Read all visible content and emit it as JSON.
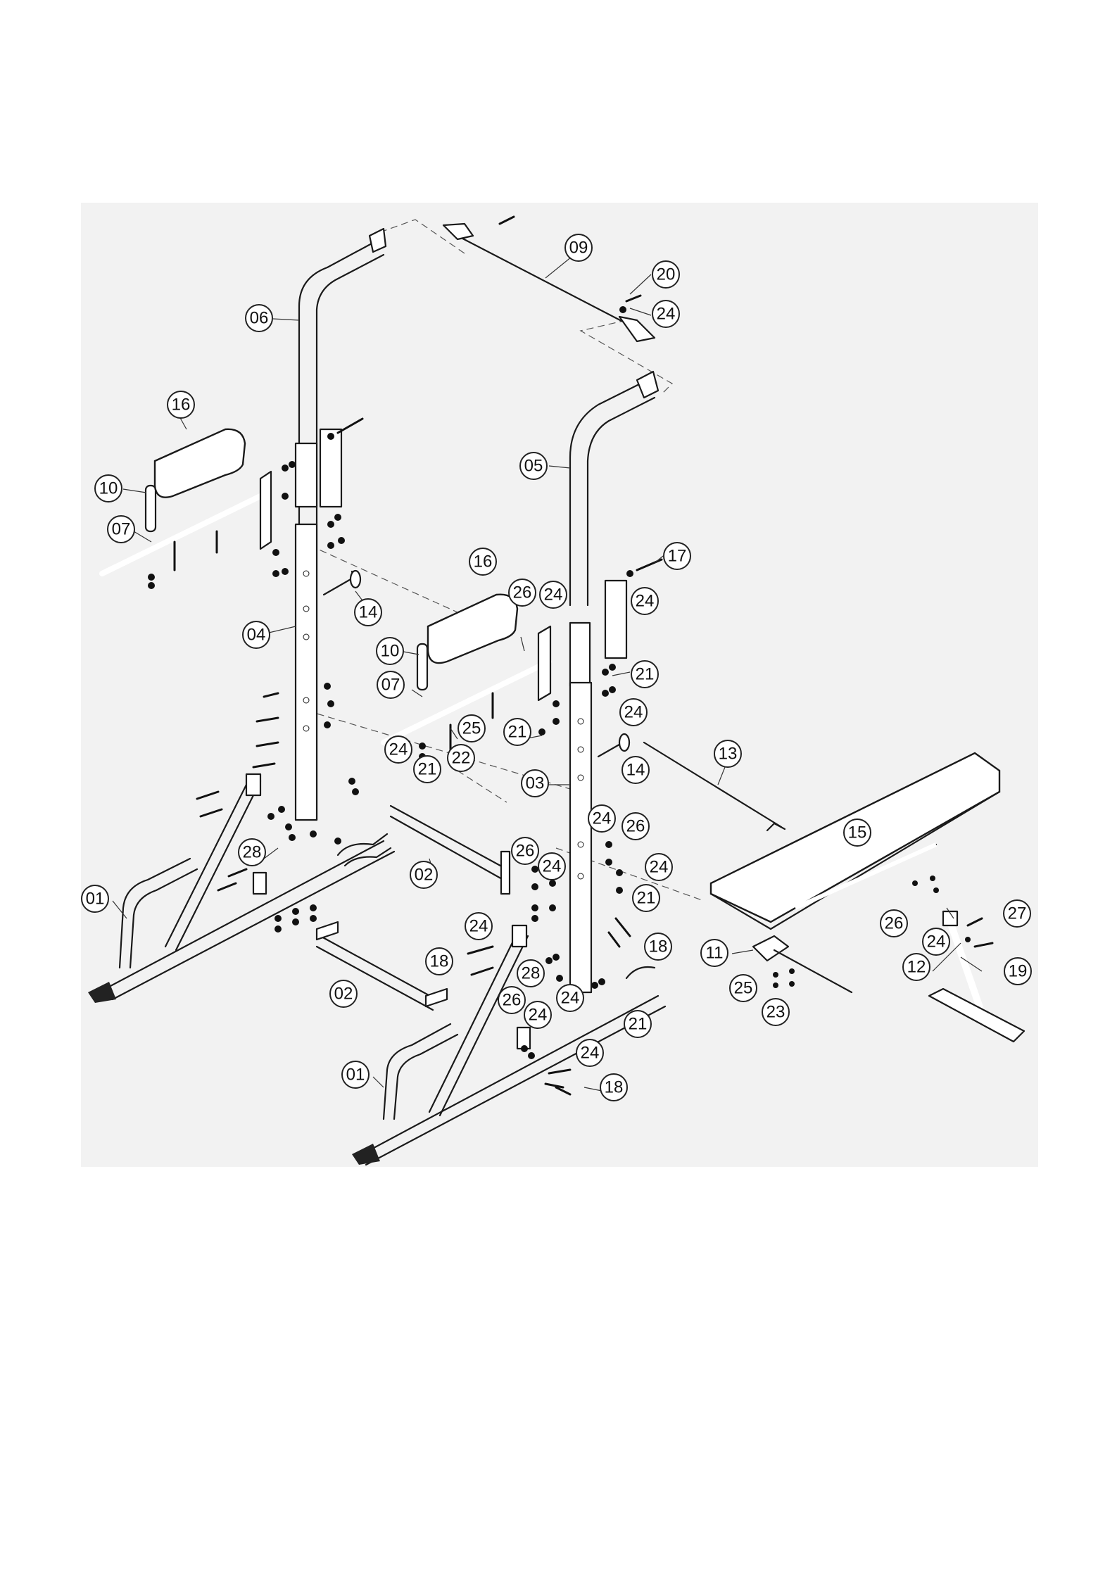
{
  "diagram": {
    "background": "#f2f2f2",
    "line_color": "#1a1a1a",
    "part_labels": [
      "01",
      "02",
      "03",
      "04",
      "05",
      "06",
      "07",
      "09",
      "10",
      "11",
      "12",
      "13",
      "14",
      "15",
      "16",
      "17",
      "18",
      "19",
      "20",
      "21",
      "22",
      "23",
      "24",
      "25",
      "26",
      "27",
      "28"
    ]
  },
  "callouts": [
    {
      "name": "callout-09",
      "label": "09"
    },
    {
      "name": "callout-20",
      "label": "20"
    },
    {
      "name": "callout-24-a",
      "label": "24"
    },
    {
      "name": "callout-06",
      "label": "06"
    },
    {
      "name": "callout-16-a",
      "label": "16"
    },
    {
      "name": "callout-10-a",
      "label": "10"
    },
    {
      "name": "callout-07-a",
      "label": "07"
    },
    {
      "name": "callout-05",
      "label": "05"
    },
    {
      "name": "callout-17",
      "label": "17"
    },
    {
      "name": "callout-24-b",
      "label": "24"
    },
    {
      "name": "callout-04",
      "label": "04"
    },
    {
      "name": "callout-14-a",
      "label": "14"
    },
    {
      "name": "callout-16-b",
      "label": "16"
    },
    {
      "name": "callout-26-a",
      "label": "26"
    },
    {
      "name": "callout-24-c",
      "label": "24"
    },
    {
      "name": "callout-10-b",
      "label": "10"
    },
    {
      "name": "callout-07-b",
      "label": "07"
    },
    {
      "name": "callout-21-a",
      "label": "21"
    },
    {
      "name": "callout-24-d",
      "label": "24"
    },
    {
      "name": "callout-21-b",
      "label": "21"
    },
    {
      "name": "callout-25-a",
      "label": "25"
    },
    {
      "name": "callout-24-e",
      "label": "24"
    },
    {
      "name": "callout-22",
      "label": "22"
    },
    {
      "name": "callout-21-c",
      "label": "21"
    },
    {
      "name": "callout-03",
      "label": "03"
    },
    {
      "name": "callout-14-b",
      "label": "14"
    },
    {
      "name": "callout-13",
      "label": "13"
    },
    {
      "name": "callout-15",
      "label": "15"
    },
    {
      "name": "callout-28-a",
      "label": "28"
    },
    {
      "name": "callout-02-a",
      "label": "02"
    },
    {
      "name": "callout-01-a",
      "label": "01"
    },
    {
      "name": "callout-24-f",
      "label": "24"
    },
    {
      "name": "callout-26-b",
      "label": "26"
    },
    {
      "name": "callout-26-c",
      "label": "26"
    },
    {
      "name": "callout-24-g",
      "label": "24"
    },
    {
      "name": "callout-24-h",
      "label": "24"
    },
    {
      "name": "callout-21-d",
      "label": "21"
    },
    {
      "name": "callout-24-i",
      "label": "24"
    },
    {
      "name": "callout-18-a",
      "label": "18"
    },
    {
      "name": "callout-28-b",
      "label": "28"
    },
    {
      "name": "callout-18-b",
      "label": "18"
    },
    {
      "name": "callout-11",
      "label": "11"
    },
    {
      "name": "callout-26-d",
      "label": "26"
    },
    {
      "name": "callout-27",
      "label": "27"
    },
    {
      "name": "callout-24-j",
      "label": "24"
    },
    {
      "name": "callout-12",
      "label": "12"
    },
    {
      "name": "callout-19",
      "label": "19"
    },
    {
      "name": "callout-25-b",
      "label": "25"
    },
    {
      "name": "callout-23",
      "label": "23"
    },
    {
      "name": "callout-02-b",
      "label": "02"
    },
    {
      "name": "callout-26-e",
      "label": "26"
    },
    {
      "name": "callout-24-k",
      "label": "24"
    },
    {
      "name": "callout-24-l",
      "label": "24"
    },
    {
      "name": "callout-21-e",
      "label": "21"
    },
    {
      "name": "callout-24-m",
      "label": "24"
    },
    {
      "name": "callout-01-b",
      "label": "01"
    },
    {
      "name": "callout-18-c",
      "label": "18"
    }
  ]
}
